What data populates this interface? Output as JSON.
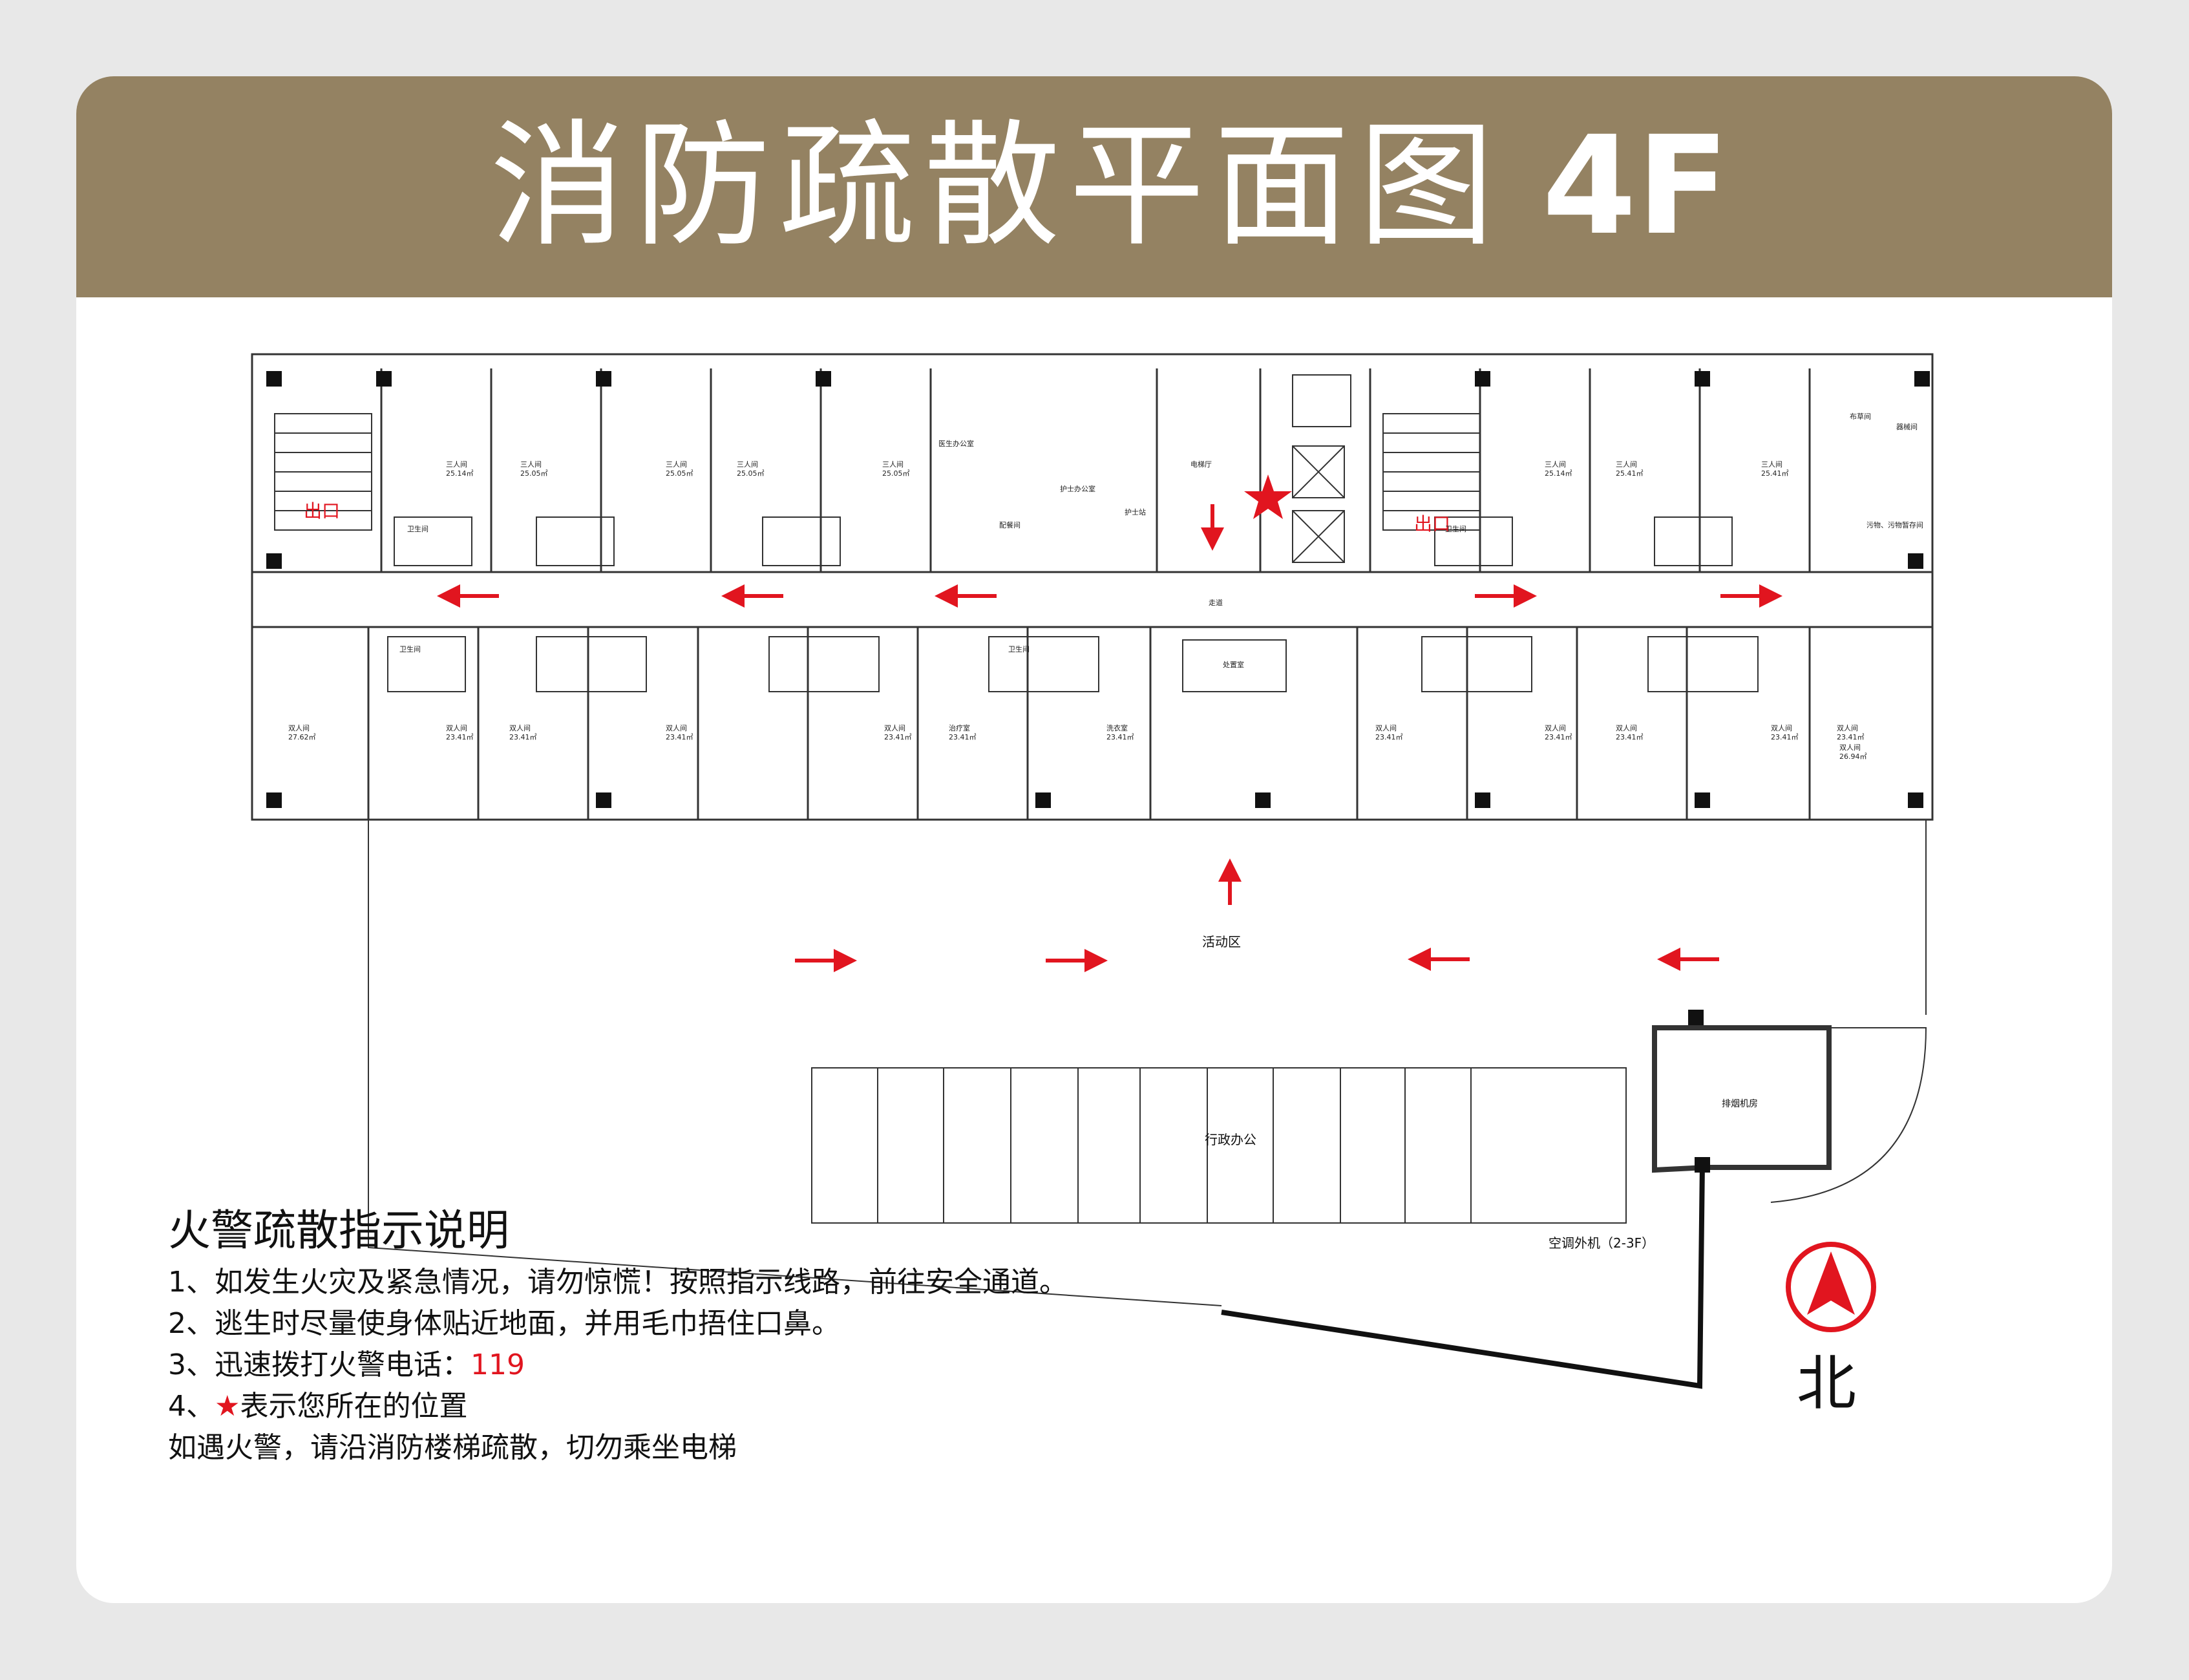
{
  "header": {
    "title": "消防疏散平面图",
    "floor": "4F",
    "background_color": "#948262"
  },
  "plan": {
    "rooms_top": [
      {
        "name": "三人间",
        "area": "25.14㎡"
      },
      {
        "name": "三人间",
        "area": "25.05㎡"
      },
      {
        "name": "三人间",
        "area": "25.05㎡"
      },
      {
        "name": "三人间",
        "area": "25.05㎡"
      },
      {
        "name": "三人间",
        "area": "25.05㎡"
      },
      {
        "name": "三人间",
        "area": "25.14㎡"
      },
      {
        "name": "三人间",
        "area": "25.41㎡"
      },
      {
        "name": "三人间",
        "area": "25.41㎡"
      }
    ],
    "rooms_bottom": [
      {
        "name": "双人间",
        "area": "27.62㎡"
      },
      {
        "name": "双人间",
        "area": "23.41㎡"
      },
      {
        "name": "双人间",
        "area": "23.41㎡"
      },
      {
        "name": "双人间",
        "area": "23.41㎡"
      },
      {
        "name": "双人间",
        "area": "23.41㎡"
      },
      {
        "name": "治疗室",
        "area": "23.41㎡"
      },
      {
        "name": "洗衣室",
        "area": "23.41㎡"
      },
      {
        "name": "双人间",
        "area": "23.41㎡"
      },
      {
        "name": "双人间",
        "area": "23.41㎡"
      },
      {
        "name": "双人间",
        "area": "23.41㎡"
      },
      {
        "name": "双人间",
        "area": "23.41㎡"
      },
      {
        "name": "双人间",
        "area": "23.41㎡"
      },
      {
        "name": "双人间",
        "area": "26.94㎡"
      }
    ],
    "bathroom_label": "卫生间",
    "misc_rooms": {
      "doctor_office": "医生办公室",
      "nurse_office": "护士办公室",
      "nurse_station": "护士站",
      "dispensary": "配餐间",
      "elevator_hall": "电梯厅",
      "corridor": "走道",
      "disposal_room": "处置室",
      "storage": "布草间",
      "equipment_room": "器械间",
      "sewage_room": "污物、污物暂存间"
    },
    "exit_label": "出口",
    "activity_area": "活动区",
    "admin_office": "行政办公",
    "smoke_room": "排烟机房",
    "ac_units": "空调外机（2-3F）"
  },
  "legend": {
    "heading": "火警疏散指示说明",
    "line1": "1、如发生火灾及紧急情况，请勿惊慌！按照指示线路，前往安全通道。",
    "line2": "2、逃生时尽量使身体贴近地面，并用毛巾捂住口鼻。",
    "line3_prefix": "3、迅速拨打火警电话：",
    "line3_phone": "119",
    "line4_prefix": "4、",
    "line4_suffix": "表示您所在的位置",
    "line5": "如遇火警，请沿消防楼梯疏散，切勿乘坐电梯"
  },
  "compass": {
    "label": "北"
  },
  "colors": {
    "accent_red": "#e1151f",
    "line": "#1a1a1a"
  }
}
